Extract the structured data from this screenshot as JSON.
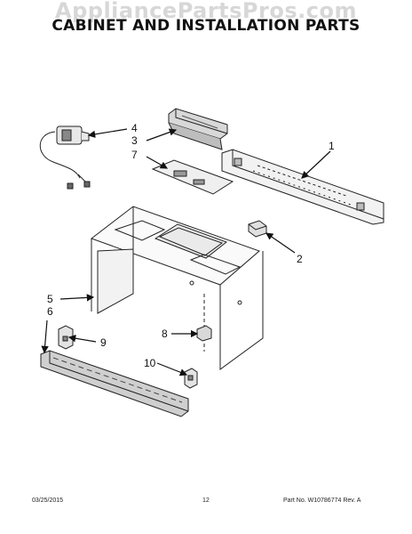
{
  "watermark": "AppliancePartsPros.com",
  "title": "CABINET AND INSTALLATION PARTS",
  "callouts": {
    "c1": "1",
    "c2": "2",
    "c3": "3",
    "c4": "4",
    "c5": "5",
    "c6": "6",
    "c7": "7",
    "c8": "8",
    "c9": "9",
    "c10": "10"
  },
  "footer": {
    "date": "03/25/2015",
    "page": "12",
    "part": "Part No. W10786774  Rev. A"
  }
}
